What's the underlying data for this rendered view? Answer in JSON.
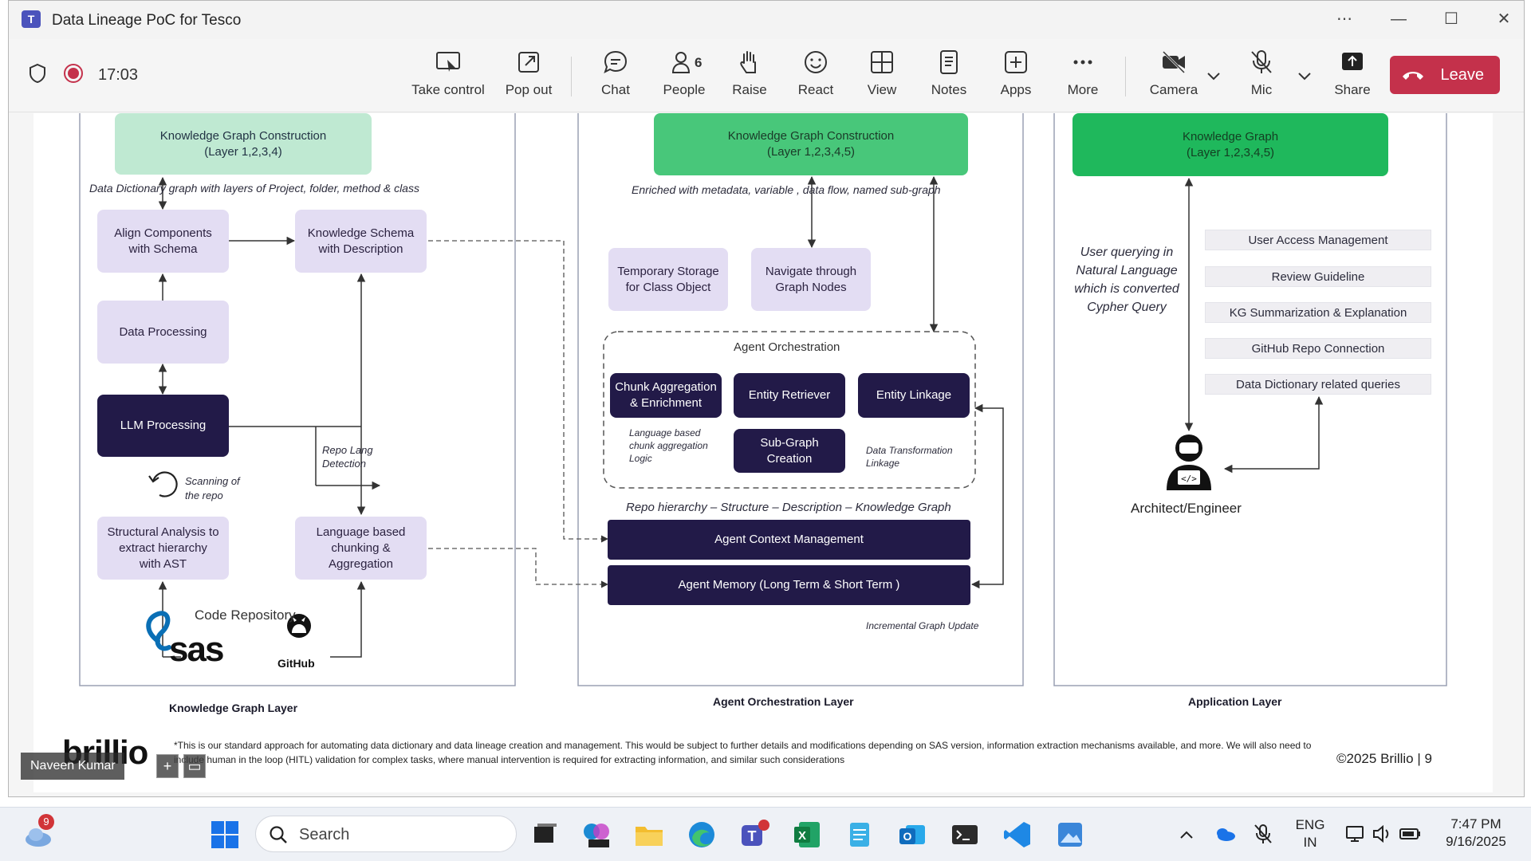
{
  "window": {
    "title": "Data Lineage PoC for Tesco"
  },
  "meeting": {
    "timer": "17:03",
    "people_count": "6"
  },
  "toolbar": {
    "take_control": "Take control",
    "pop_out": "Pop out",
    "chat": "Chat",
    "people": "People",
    "raise": "Raise",
    "react": "React",
    "view": "View",
    "notes": "Notes",
    "apps": "Apps",
    "more": "More",
    "camera": "Camera",
    "mic": "Mic",
    "share": "Share",
    "leave": "Leave"
  },
  "slide": {
    "kg_layer": {
      "title": "Knowledge Graph Layer",
      "kg_construction": "Knowledge Graph Construction\n(Layer 1,2,3,4)",
      "dict_caption": "Data Dictionary  graph with  layers of Project, folder, method & class",
      "align": "Align Components\nwith Schema",
      "schema": "Knowledge Schema\nwith Description",
      "data_processing": "Data Processing",
      "llm": "LLM Processing",
      "repo_lang": "Repo Lang\nDetection",
      "scanning": "Scanning of\nthe repo",
      "structural": "Structural Analysis to\nextract hierarchy\nwith AST",
      "lang_chunk": "Language based\nchunking &\nAggregation",
      "code_repo": "Code Repository",
      "sas": "sas",
      "github": "GitHub"
    },
    "agent_layer": {
      "title": "Agent Orchestration Layer",
      "kg_construction": "Knowledge Graph Construction\n(Layer 1,2,3,4,5)",
      "enriched": "Enriched with metadata, variable , data flow, named sub-graph",
      "temp_storage": "Temporary Storage\nfor Class Object",
      "navigate": "Navigate through\nGraph Nodes",
      "orchestration": "Agent Orchestration",
      "chunk_agg": "Chunk Aggregation\n& Enrichment",
      "entity_retriever": "Entity Retriever",
      "entity_linkage": "Entity Linkage",
      "subgraph": "Sub-Graph\nCreation",
      "lang_note": "Language based\nchunk aggregation\nLogic",
      "transform_note": "Data Transformation\nLinkage",
      "hierarchy": "Repo hierarchy – Structure – Description – Knowledge Graph",
      "context_mgmt": "Agent Context Management",
      "memory": "Agent Memory (Long Term & Short Term )",
      "incremental": "Incremental Graph Update"
    },
    "app_layer": {
      "title": "Application Layer",
      "kg": "Knowledge Graph\n(Layer 1,2,3,4,5)",
      "user_query": "User querying in\nNatural Language\nwhich is converted\nCypher Query",
      "items": [
        "User Access Management",
        "Review Guideline",
        "KG Summarization & Explanation",
        "GitHub Repo Connection",
        "Data Dictionary related queries"
      ],
      "architect": "Architect/Engineer"
    },
    "footnote": "*This is our standard approach for automating data dictionary and data lineage creation and management. This would be subject to further details and modifications depending on SAS version, information extraction mechanisms available, and more. We will also need to include human in the loop (HITL) validation for complex tasks, where manual intervention is required for extracting information, and similar such considerations",
    "copyright": "©2025 Brillio  |  9",
    "brand": "brillio"
  },
  "participant": {
    "name": "Naveen Kumar"
  },
  "taskbar": {
    "weather_badge": "9",
    "search_placeholder": "Search",
    "lang_top": "ENG",
    "lang_bottom": "IN",
    "time": "7:47 PM",
    "date": "9/16/2025"
  },
  "colors": {
    "leave_red": "#c4314b",
    "dark_box": "#221a48",
    "lavender_box": "#e3ddf3",
    "kg_green": "#1fb85c"
  }
}
